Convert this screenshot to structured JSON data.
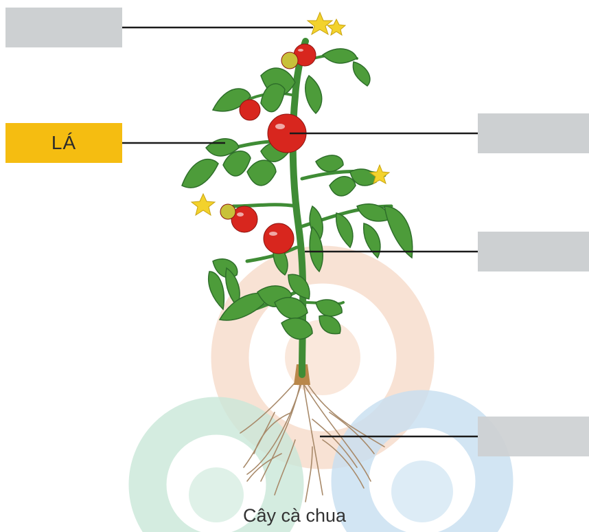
{
  "diagram": {
    "caption": "Cây cà chua",
    "labels": [
      {
        "id": "flower",
        "text": ""
      },
      {
        "id": "leaf",
        "text": "LÁ"
      },
      {
        "id": "fruit",
        "text": ""
      },
      {
        "id": "stem",
        "text": ""
      },
      {
        "id": "root",
        "text": ""
      }
    ]
  },
  "colors": {
    "empty_box": "#cdd0d2",
    "filled_box": "#f5bd11",
    "leader_line": "#1a1a1a",
    "leaf": "#4d9c3a",
    "leaf_dark": "#2e6e2a",
    "tomato": "#d8261e",
    "flower": "#f3d22c",
    "root": "#a88a6a",
    "watermark_orange": "#f6d8c5",
    "watermark_green": "#c9e7d8",
    "watermark_blue": "#c7dff0"
  }
}
